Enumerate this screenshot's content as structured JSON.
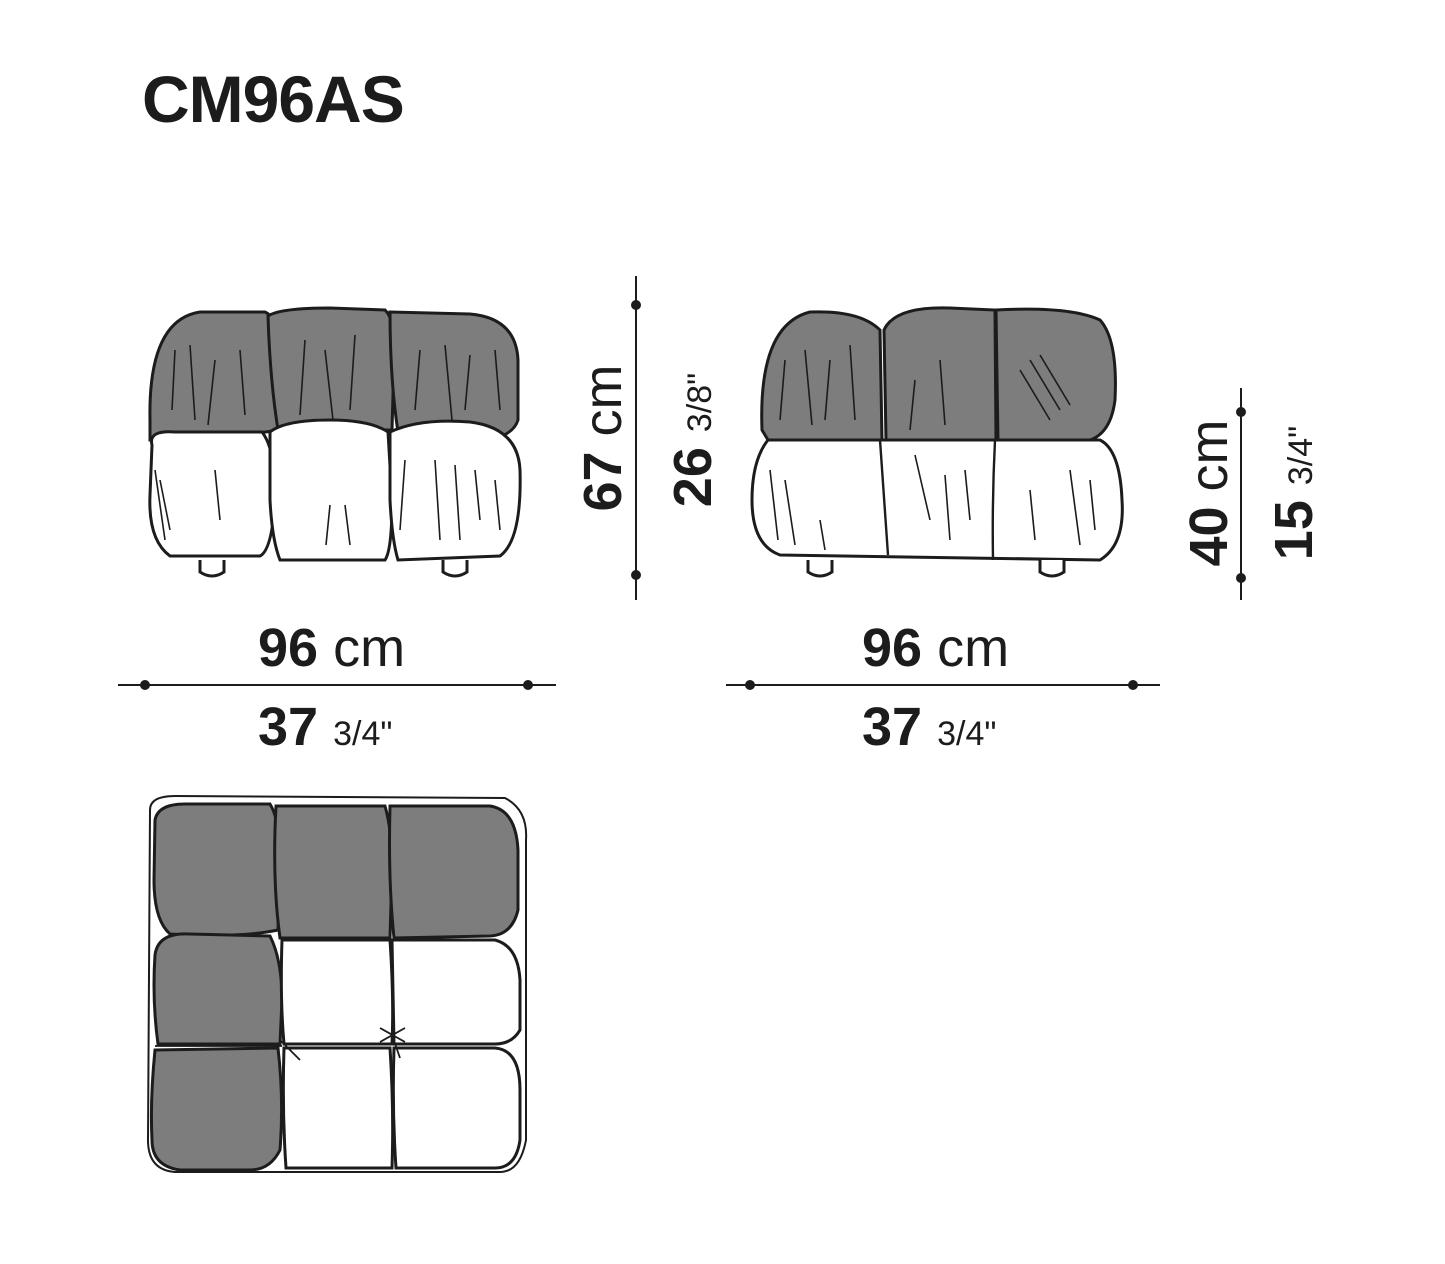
{
  "model_code": "CM96AS",
  "colors": {
    "ink": "#1c1c1c",
    "cushion_dark": "#7d7d7d",
    "cushion_light": "#ffffff"
  },
  "views": {
    "front": {
      "width_metric": "96 cm",
      "width_metric_num": "96",
      "width_metric_unit": "cm",
      "width_imperial_whole": "37",
      "width_imperial_frac": "3/4\"",
      "height_metric_num": "67",
      "height_metric_unit": "cm",
      "height_imperial_whole": "26",
      "height_imperial_frac": "3/8\""
    },
    "side": {
      "width_metric_num": "96",
      "width_metric_unit": "cm",
      "width_imperial_whole": "37",
      "width_imperial_frac": "3/4\"",
      "height_metric_num": "40",
      "height_metric_unit": "cm",
      "height_imperial_whole": "15",
      "height_imperial_frac": "3/4\""
    },
    "top": {
      "description_hidden": false
    }
  }
}
